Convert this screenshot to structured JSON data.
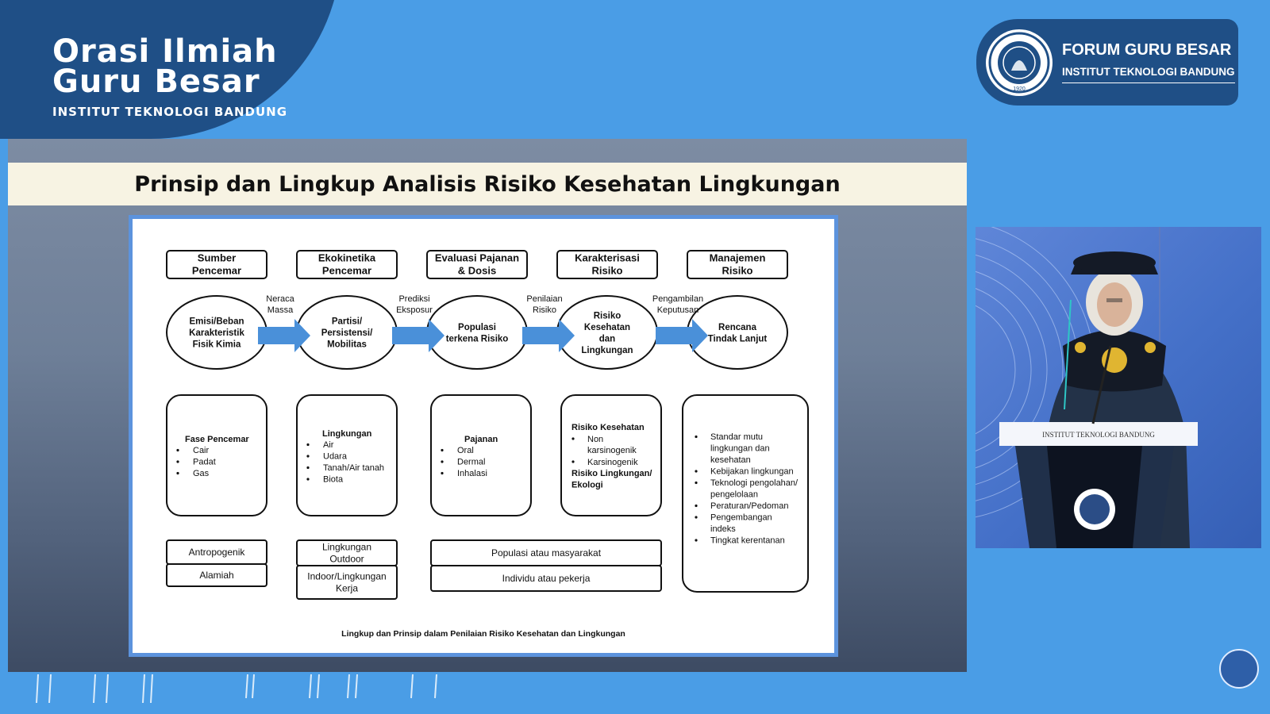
{
  "header": {
    "title_line1": "Orasi Ilmiah",
    "title_line2": "Guru Besar",
    "institution": "INSTITUT TEKNOLOGI BANDUNG"
  },
  "forum": {
    "title": "FORUM GURU BESAR",
    "subtitle": "INSTITUT TEKNOLOGI BANDUNG",
    "logo_year": "1920",
    "logo_icon": "itb-seal-icon"
  },
  "slide": {
    "title": "Prinsip dan Lingkup Analisis Risiko Kesehatan Lingkungan",
    "caption": "Lingkup dan Prinsip dalam Penilaian Risiko Kesehatan dan Lingkungan"
  },
  "diagram": {
    "stages": [
      {
        "header": [
          "Sumber",
          "Pencemar"
        ],
        "ellipse": [
          "Emisi/Beban",
          "Karakteristik",
          "Fisik Kimia"
        ],
        "detail_title": "Fase Pencemar",
        "detail_items": [
          "Cair",
          "Padat",
          "Gas"
        ],
        "bottom": [
          [
            "Antropogenik"
          ],
          [
            "Alamiah"
          ]
        ]
      },
      {
        "header": [
          "Ekokinetika",
          "Pencemar"
        ],
        "ellipse": [
          "Partisi/",
          "Persistensi/",
          "Mobilitas"
        ],
        "detail_title": "Lingkungan",
        "detail_items": [
          "Air",
          "Udara",
          "Tanah/Air tanah",
          "Biota"
        ],
        "bottom": [
          [
            "Lingkungan",
            "Outdoor"
          ],
          [
            "Indoor/Lingkungan",
            "Kerja"
          ]
        ]
      },
      {
        "header": [
          "Evaluasi Pajanan",
          "& Dosis"
        ],
        "ellipse": [
          "Populasi",
          "terkena Risiko"
        ],
        "detail_title": "Pajanan",
        "detail_items": [
          "Oral",
          "Dermal",
          "Inhalasi"
        ]
      },
      {
        "header": [
          "Karakterisasi",
          "Risiko"
        ],
        "ellipse": [
          "Risiko",
          "Kesehatan",
          "dan",
          "Lingkungan"
        ],
        "detail_title": "Risiko Kesehatan",
        "detail_items": [
          "Non",
          "karsinogenik",
          "Karsinogenik"
        ],
        "detail_footer": [
          "Risiko Lingkungan/",
          "Ekologi"
        ]
      },
      {
        "header": [
          "Manajemen",
          "Risiko"
        ],
        "ellipse": [
          "Rencana",
          "Tindak Lanjut"
        ],
        "detail_items": [
          "Standar mutu",
          "lingkungan dan",
          "kesehatan",
          "Kebijakan lingkungan",
          "Teknologi pengolahan/",
          "pengelolaan",
          "Peraturan/Pedoman",
          "Pengembangan",
          "indeks",
          "Tingkat kerentanan"
        ]
      }
    ],
    "arrow_labels": [
      [
        "Neraca",
        "Massa"
      ],
      [
        "Prediksi",
        "Eksposur"
      ],
      [
        "Penilaian",
        "Risiko"
      ],
      [
        "Pengambilan",
        "Keputusan"
      ]
    ],
    "shared_bottom": [
      "Populasi atau masyarakat",
      "Individu atau pekerja"
    ]
  },
  "speaker": {
    "podium_label": "INSTITUT TEKNOLOGI BANDUNG"
  },
  "colors": {
    "background": "#4a9de6",
    "navy": "#1f4f86",
    "arrow": "#4a90d9",
    "figure_border": "#5c93dd"
  }
}
